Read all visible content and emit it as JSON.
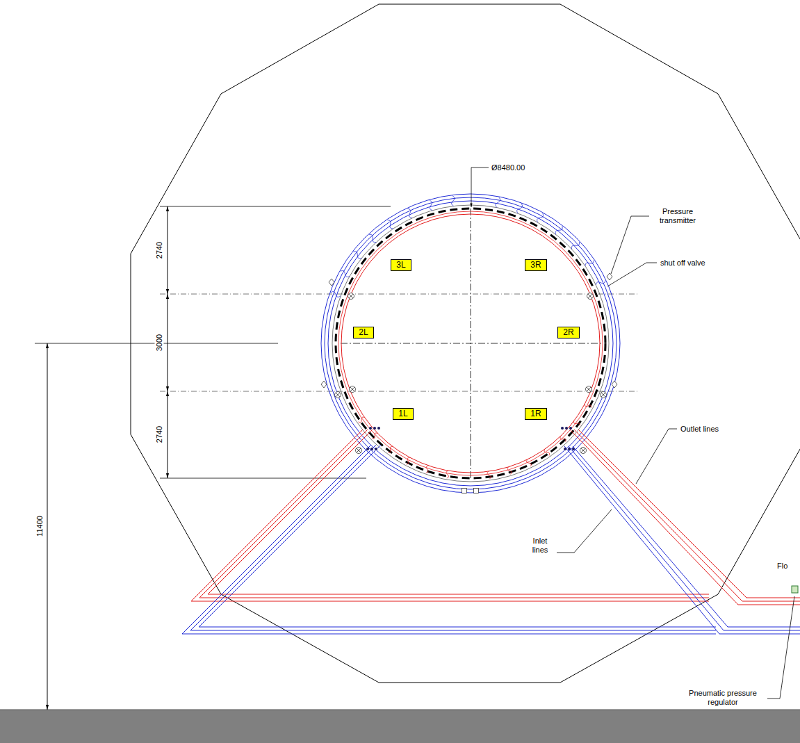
{
  "diagram": {
    "nodes": [
      {
        "text": [
          "3L"
        ]
      },
      {
        "text": [
          "3R"
        ]
      },
      {
        "text": [
          "2L"
        ]
      },
      {
        "text": [
          "2R"
        ]
      },
      {
        "text": [
          "1L"
        ]
      },
      {
        "text": [
          "1R"
        ]
      }
    ],
    "labels": [
      "Ø8480.00",
      "Pressure transmitter",
      "shut off valve",
      "2740",
      "3000",
      "2740",
      "11400",
      "Outlet lines",
      "Inlet lines",
      "Flo",
      "Pneumatic pressure regulator"
    ]
  }
}
